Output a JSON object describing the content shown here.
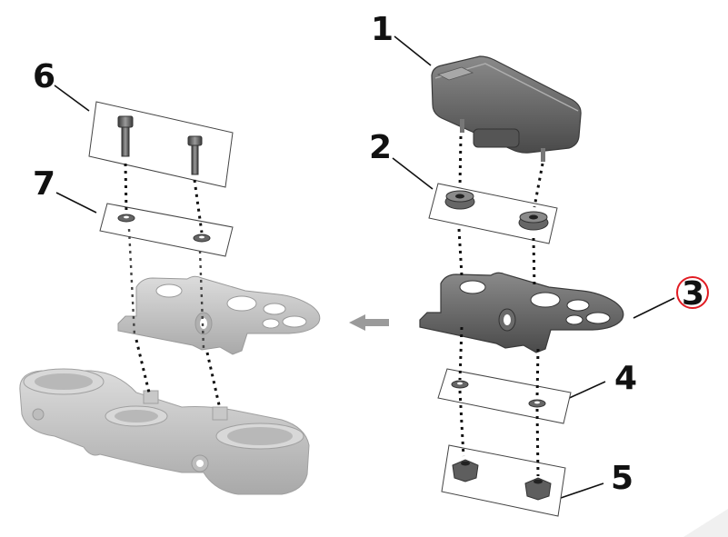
{
  "callouts": {
    "c1": "1",
    "c2": "2",
    "c3": "3",
    "c4": "4",
    "c5": "5",
    "c6": "6",
    "c7": "7"
  },
  "colors": {
    "highlight_ring": "#e11b22",
    "part_dark": "#5b5b5b",
    "part_ghost": "#c4c4c4",
    "arrow": "#9a9a9a"
  },
  "icons": {
    "arrow": "arrow-left-icon"
  }
}
